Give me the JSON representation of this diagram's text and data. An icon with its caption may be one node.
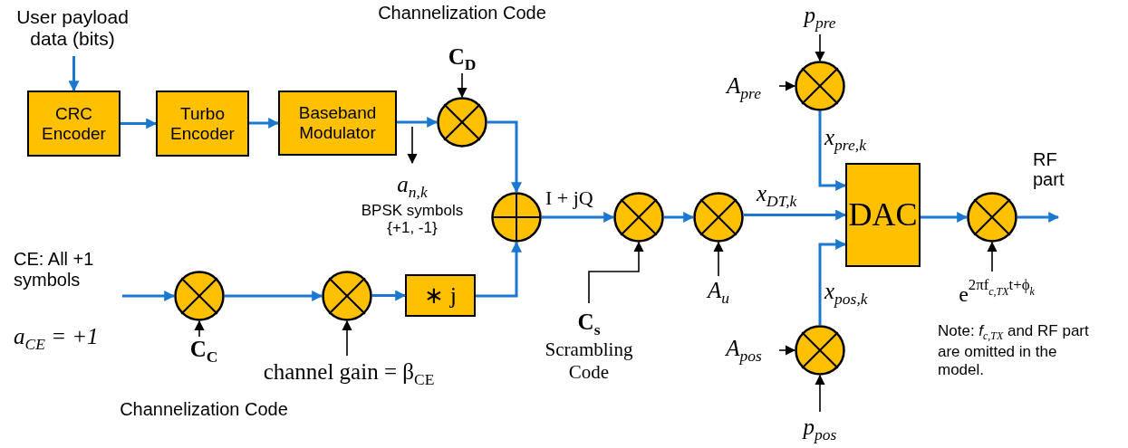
{
  "diagram": {
    "nodes": [
      {
        "text": [
          "User payload data (bits)"
        ]
      },
      {
        "text": [
          "CRC Encoder"
        ]
      },
      {
        "text": [
          "Turbo Encoder"
        ]
      },
      {
        "text": [
          "Baseband Modulator"
        ]
      },
      {
        "text": [],
        "shape": "circle"
      },
      {
        "text": [
          "Channelization Code",
          "C$_{D}$"
        ]
      },
      {
        "text": [
          "a$_{n,k}$",
          "BPSK symbols {+1, -1}"
        ]
      },
      {
        "text": [],
        "shape": "circle"
      },
      {
        "text": [],
        "shape": "circle"
      },
      {
        "text": [
          "C$_{s}$",
          "Scrambling Code"
        ]
      },
      {
        "text": [],
        "shape": "circle"
      },
      {
        "text": [
          "A$_{u}$"
        ]
      },
      {
        "text": [
          "DAC"
        ]
      },
      {
        "text": [],
        "shape": "circle"
      },
      {
        "text": [
          "p$_{pre}$"
        ]
      },
      {
        "text": [
          "A$_{pre}$"
        ]
      },
      {
        "text": [],
        "shape": "circle"
      },
      {
        "text": [
          "A$_{pos}$"
        ]
      },
      {
        "text": [
          "p$_{pos}$"
        ]
      },
      {
        "text": [],
        "shape": "circle"
      },
      {
        "text": [
          "e$^{2πf}$$_{c,TX}$$^{t+ϕ}$$_{k}$"
        ]
      },
      {
        "text": [
          "CE: All +1 symbols",
          "a$_{CE}$ = +1"
        ]
      },
      {
        "text": [],
        "shape": "circle"
      },
      {
        "text": [
          "C$_{C}$",
          "Channelization Code"
        ]
      },
      {
        "text": [],
        "shape": "circle"
      },
      {
        "text": [
          "channel gain = β$_{CE}$"
        ]
      },
      {
        "text": [
          "∗ j"
        ]
      }
    ],
    "edges": [
      {
        "from": 0,
        "to": 1,
        "arrow": "to"
      },
      {
        "from": 1,
        "to": 2,
        "arrow": "to"
      },
      {
        "from": 2,
        "to": 3,
        "arrow": "to"
      },
      {
        "from": 3,
        "to": 4,
        "arrow": "to"
      },
      {
        "from": null,
        "to": 6,
        "arrow": "to",
        "color": "#000000"
      },
      {
        "from": 5,
        "to": 4,
        "arrow": "to",
        "color": "#000000"
      },
      {
        "from": 4,
        "to": 7,
        "arrow": "to"
      },
      {
        "from": 21,
        "to": 22,
        "arrow": "to"
      },
      {
        "from": 23,
        "to": 22,
        "arrow": "to",
        "color": "#000000"
      },
      {
        "from": 22,
        "to": 24,
        "arrow": "to"
      },
      {
        "from": 25,
        "to": 24,
        "arrow": "to",
        "color": "#000000"
      },
      {
        "from": 24,
        "to": 26,
        "arrow": "to"
      },
      {
        "from": 26,
        "to": 7,
        "arrow": "to"
      },
      {
        "from": 7,
        "to": 8,
        "arrow": "to",
        "label": "I + jQ"
      },
      {
        "from": 9,
        "to": 8,
        "arrow": "to",
        "color": "#000000"
      },
      {
        "from": 8,
        "to": 10,
        "arrow": "to"
      },
      {
        "from": 11,
        "to": 10,
        "arrow": "to",
        "color": "#000000"
      },
      {
        "from": 10,
        "to": 12,
        "arrow": "to",
        "label": "x$_{DT,k}$"
      },
      {
        "from": 14,
        "to": 13,
        "arrow": "to",
        "color": "#000000"
      },
      {
        "from": 15,
        "to": 13,
        "arrow": "to",
        "color": "#000000"
      },
      {
        "from": 13,
        "to": 12,
        "arrow": "to",
        "label": "x$_{pre,k}$"
      },
      {
        "from": 17,
        "to": 16,
        "arrow": "to",
        "color": "#000000"
      },
      {
        "from": 18,
        "to": 16,
        "arrow": "to",
        "color": "#000000"
      },
      {
        "from": 16,
        "to": 12,
        "arrow": "to",
        "label": "x$_{pos,k}$"
      },
      {
        "from": 12,
        "to": 19,
        "arrow": "to"
      },
      {
        "from": 20,
        "to": 19,
        "arrow": "to",
        "color": "#000000"
      },
      {
        "from": 19,
        "to": null,
        "arrow": "to",
        "label": "RF part"
      }
    ],
    "labels": [
      "Note: *f*$_{c,TX}$ and RF part are omitted in the model."
    ]
  }
}
